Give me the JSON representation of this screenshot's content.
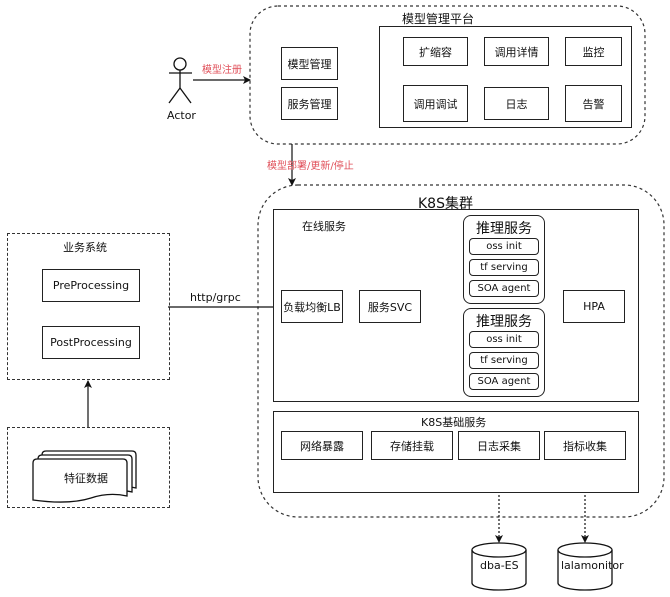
{
  "actor": {
    "label": "Actor",
    "edge_label": "模型注册"
  },
  "platform": {
    "title": "模型管理平台",
    "left": [
      "模型管理",
      "服务管理"
    ],
    "grid": [
      "扩缩容",
      "调用详情",
      "监控",
      "调用调试",
      "日志",
      "告警"
    ],
    "edge_label": "模型部署/更新/停止"
  },
  "business": {
    "title": "业务系统",
    "items": [
      "PreProcessing",
      "PostProcessing"
    ],
    "edge_label": "http/grpc"
  },
  "feature": {
    "label": "特征数据"
  },
  "k8s": {
    "title": "K8S集群",
    "online": {
      "title": "在线服务",
      "lb": "负载均衡LB",
      "svc": "服务SVC",
      "pods": [
        {
          "title": "推理服务pod1",
          "items": [
            "oss init",
            "tf serving",
            "SOA agent"
          ]
        },
        {
          "title": "推理服务pod2",
          "items": [
            "oss init",
            "tf serving",
            "SOA agent"
          ]
        }
      ],
      "hpa": "HPA"
    },
    "base": {
      "title": "K8S基础服务",
      "items": [
        "网络暴露",
        "存储挂载",
        "日志采集",
        "指标收集"
      ]
    }
  },
  "stores": [
    "dba-ES",
    "lalamonitor"
  ]
}
